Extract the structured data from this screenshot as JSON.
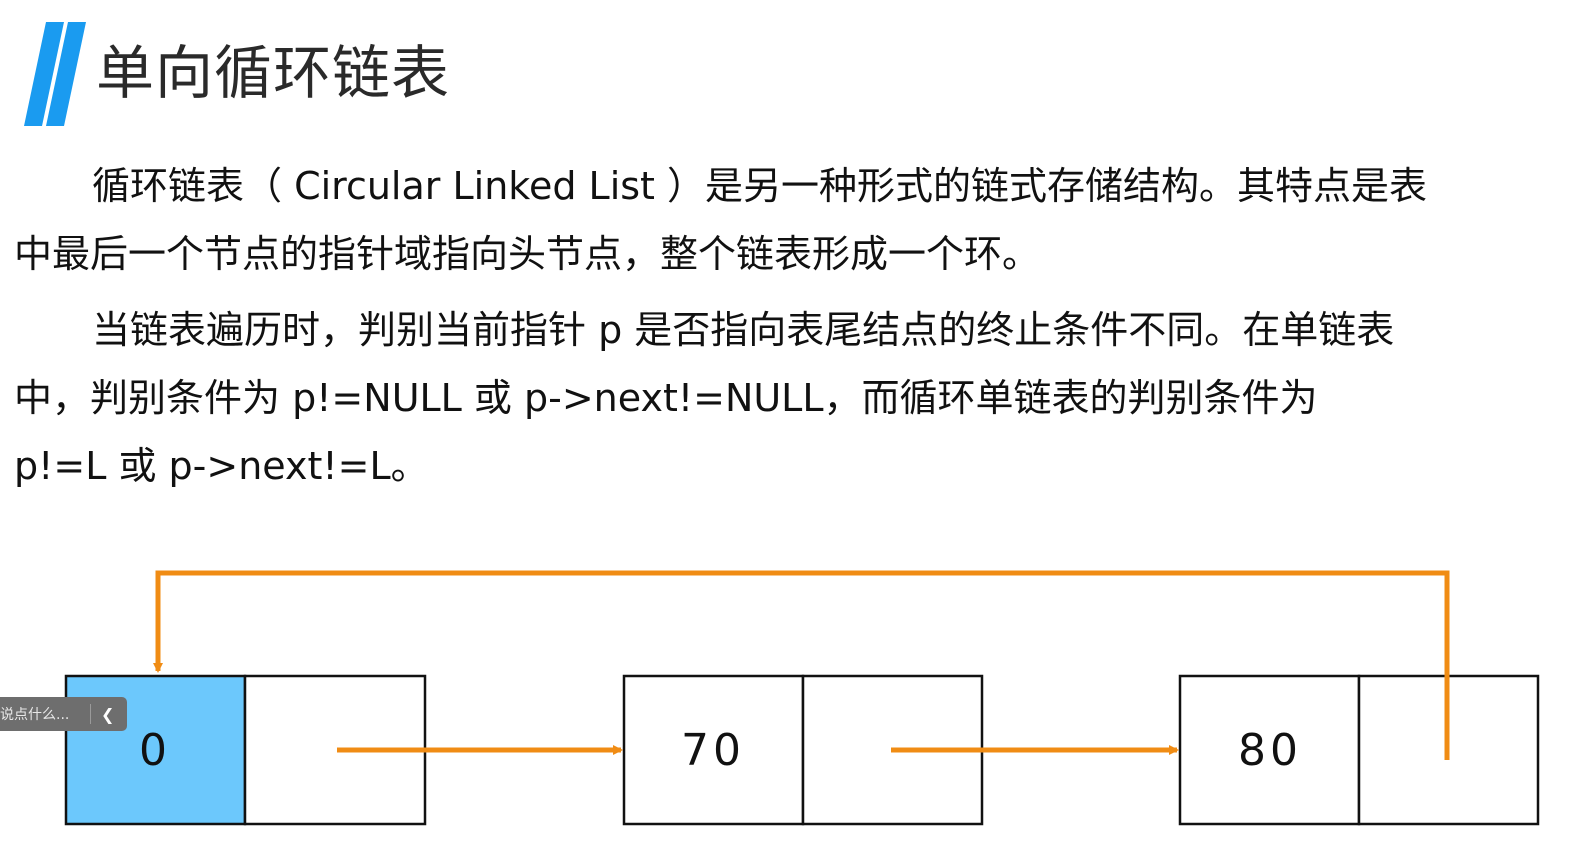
{
  "slide": {
    "title": "单向循环链表",
    "accent_color": "#1a9bf0",
    "paragraph1": {
      "line1": "循环链表（ Circular Linked List ）是另一种形式的链式存储结构。其特点是表",
      "line2": "中最后一个节点的指针域指向头节点，整个链表形成一个环。"
    },
    "paragraph2": {
      "line1": "当链表遍历时，判别当前指针 p 是否指向表尾结点的终止条件不同。在单链表",
      "line2": "中，判别条件为 p!=NULL 或 p->next!=NULL，而循环单链表的判别条件为",
      "line3": "p!=L 或 p->next!=L。"
    }
  },
  "diagram": {
    "arrow_color": "#f08c14",
    "head_fill": "#6cc8fc",
    "nodes": [
      {
        "value": "0"
      },
      {
        "value": "70"
      },
      {
        "value": "80"
      }
    ]
  },
  "overlay": {
    "comment_placeholder": "说点什么...",
    "collapse_icon": "chevron-left-icon"
  }
}
